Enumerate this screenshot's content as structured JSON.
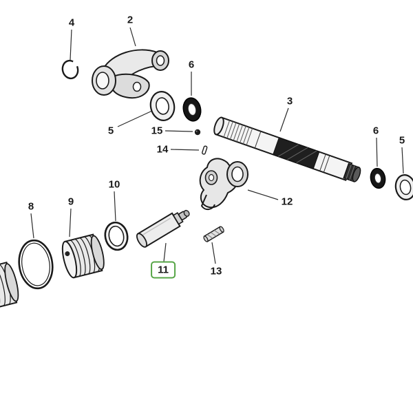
{
  "diagram": {
    "description_colors": {
      "background": "#ffffff",
      "part_outline": "#1a1a1a",
      "highlight_green": "#56a546"
    },
    "callouts": [
      {
        "text": "4",
        "highlighted": false
      },
      {
        "text": "2",
        "highlighted": false
      },
      {
        "text": "6",
        "highlighted": false
      },
      {
        "text": "3",
        "highlighted": false
      },
      {
        "text": "5",
        "highlighted": false
      },
      {
        "text": "15",
        "highlighted": false
      },
      {
        "text": "14",
        "highlighted": false
      },
      {
        "text": "6",
        "highlighted": false
      },
      {
        "text": "5",
        "highlighted": false
      },
      {
        "text": "10",
        "highlighted": false
      },
      {
        "text": "9",
        "highlighted": false
      },
      {
        "text": "8",
        "highlighted": false
      },
      {
        "text": "12",
        "highlighted": false
      },
      {
        "text": "11",
        "highlighted": true
      },
      {
        "text": "13",
        "highlighted": false
      }
    ]
  }
}
